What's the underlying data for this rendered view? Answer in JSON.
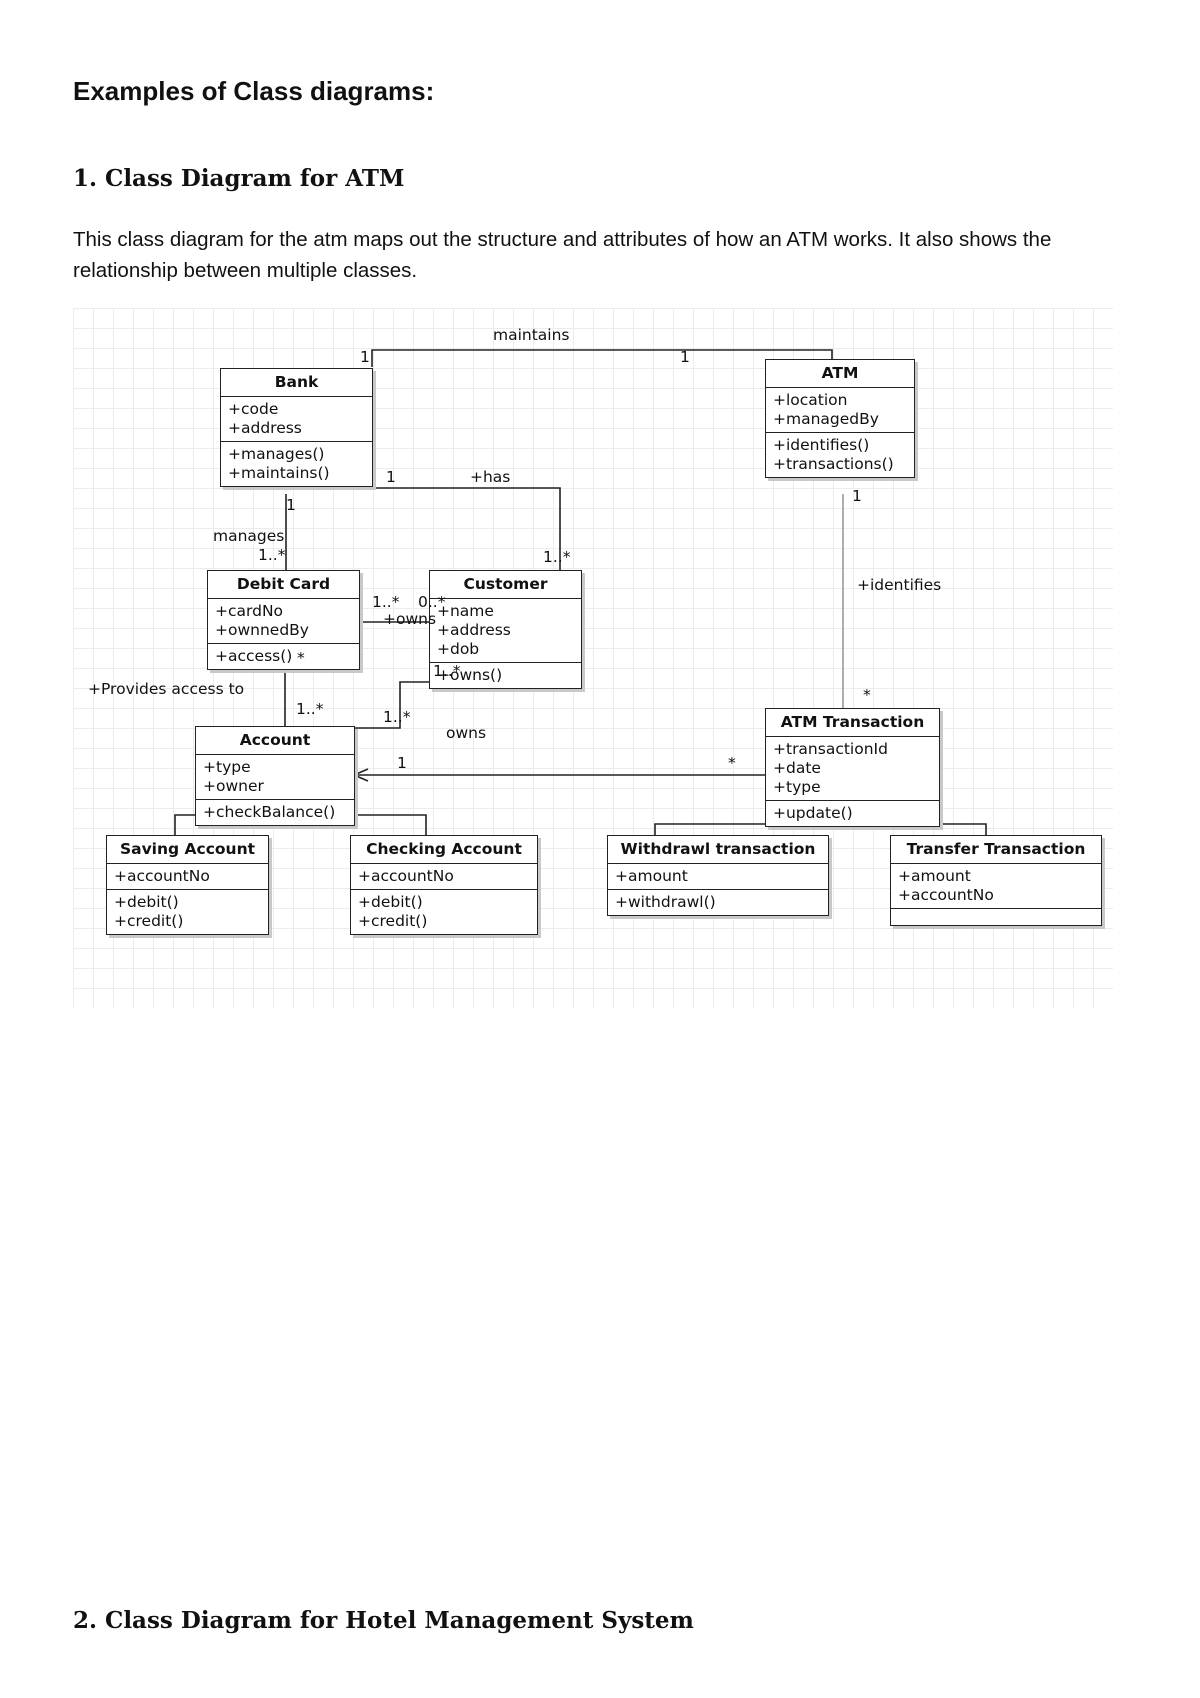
{
  "page_title": "Examples of Class diagrams:",
  "section1": {
    "heading": "1. Class Diagram for ATM",
    "intro": "This class diagram for the atm maps out the structure and attributes of how an ATM works. It also shows the relationship between multiple classes."
  },
  "diagram": {
    "classes": {
      "bank": {
        "name": "Bank",
        "attrs": [
          "+code",
          "+address"
        ],
        "ops": [
          "+manages()",
          "+maintains()"
        ]
      },
      "atm": {
        "name": "ATM",
        "attrs": [
          "+location",
          "+managedBy"
        ],
        "ops": [
          "+identifies()",
          "+transactions()"
        ]
      },
      "debit_card": {
        "name": "Debit Card",
        "attrs": [
          "+cardNo",
          "+ownnedBy"
        ],
        "ops": [
          "+access()"
        ]
      },
      "customer": {
        "name": "Customer",
        "attrs": [
          "+name",
          "+address",
          "+dob"
        ],
        "ops": [
          "+owns()"
        ]
      },
      "account": {
        "name": "Account",
        "attrs": [
          "+type",
          "+owner"
        ],
        "ops": [
          "+checkBalance()"
        ]
      },
      "atm_transaction": {
        "name": "ATM Transaction",
        "attrs": [
          "+transactionId",
          "+date",
          "+type"
        ],
        "ops": [
          "+update()"
        ]
      },
      "saving_account": {
        "name": "Saving Account",
        "attrs": [
          "+accountNo"
        ],
        "ops": [
          "+debit()",
          "+credit()"
        ]
      },
      "checking_account": {
        "name": "Checking Account",
        "attrs": [
          "+accountNo"
        ],
        "ops": [
          "+debit()",
          "+credit()"
        ]
      },
      "withdrawl_transaction": {
        "name": "Withdrawl transaction",
        "attrs": [
          "+amount"
        ],
        "ops": [
          "+withdrawl()"
        ]
      },
      "transfer_transaction": {
        "name": "Transfer Transaction",
        "attrs": [
          "+amount",
          "+accountNo"
        ],
        "ops": []
      }
    },
    "labels": {
      "maintains": "maintains",
      "maintains_bank_mult": "1",
      "maintains_atm_mult": "1",
      "has": "+has",
      "has_bank_mult": "1",
      "has_customer_mult": "1..*",
      "manages": "manages",
      "manages_bank_mult": "1",
      "manages_card_mult": "1..*",
      "owns_card": "+owns",
      "owns_card_mult": "1..*",
      "owns_customer_mult": "0..*",
      "provides_access": "+Provides access to",
      "provides_card_mult": "*",
      "provides_account_mult": "1..*",
      "owns_account": "owns",
      "owns_account_customer_mult": "1..*",
      "owns_account_account_mult": "1..*",
      "identifies": "+identifies",
      "identifies_atm_mult": "1",
      "identifies_tx_mult": "*",
      "tx_account_mult": "1",
      "tx_tx_mult": "*"
    }
  },
  "section2": {
    "heading": "2. Class Diagram for Hotel Management System"
  }
}
